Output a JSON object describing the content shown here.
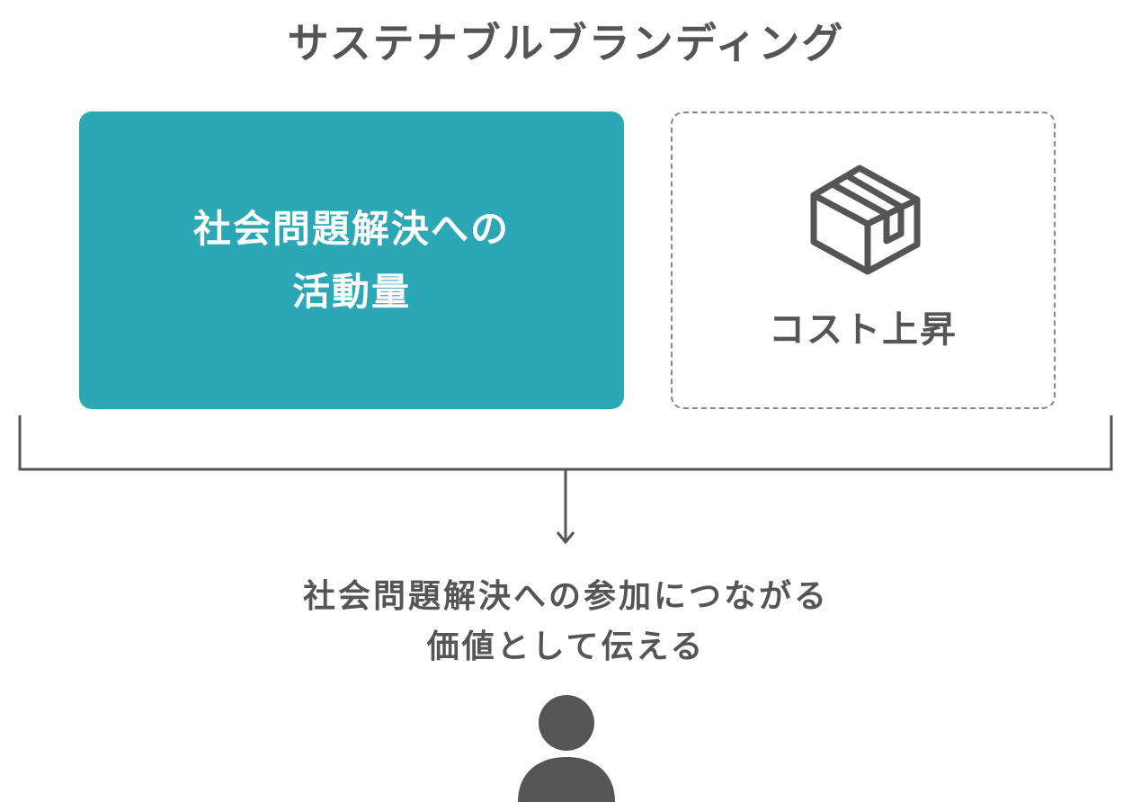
{
  "title": "サステナブルブランディング",
  "left_box": {
    "line1": "社会問題解決への",
    "line2": "活動量",
    "color": "#2ba7b5"
  },
  "right_box": {
    "label": "コスト上昇",
    "icon": "cardboard-box-icon"
  },
  "result": {
    "line1": "社会問題解決への参加につながる",
    "line2": "価値として伝える"
  },
  "person_icon": "person-icon"
}
